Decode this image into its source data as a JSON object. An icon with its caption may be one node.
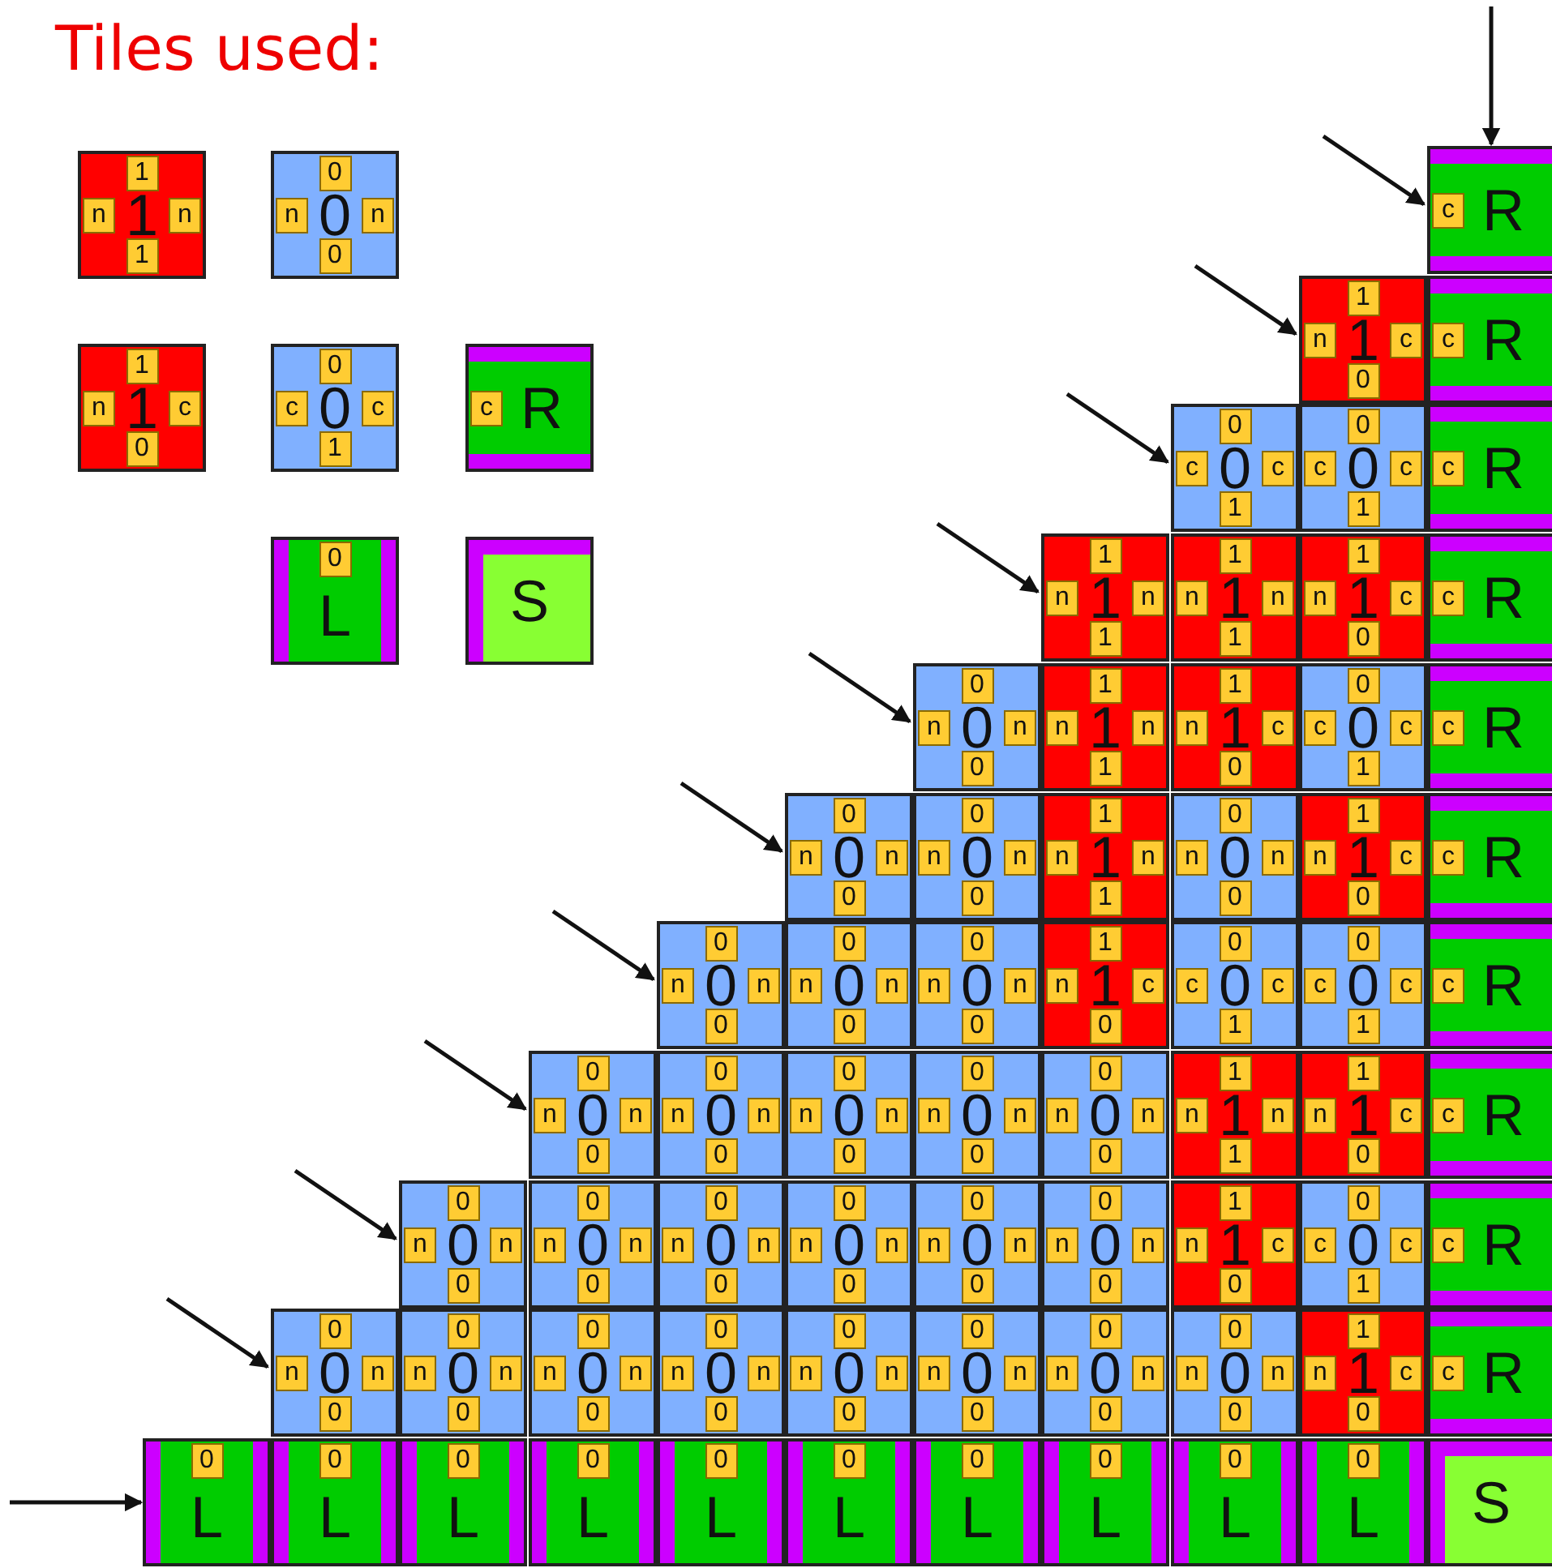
{
  "diagram": {
    "title": "Tiles used:",
    "nodes": [
      {
        "text": [
          "1",
          "n",
          "1",
          "n",
          "1"
        ]
      },
      {
        "text": [
          "0",
          "n",
          "0",
          "n",
          "0"
        ]
      },
      {
        "text": [
          "1",
          "n",
          "1",
          "c",
          "0"
        ]
      },
      {
        "text": [
          "0",
          "c",
          "0",
          "c",
          "1"
        ]
      },
      {
        "text": [
          "c",
          "R"
        ]
      },
      {
        "text": [
          "0",
          "L"
        ]
      },
      {
        "text": [
          "S"
        ]
      },
      {
        "text": [
          "c",
          "R"
        ]
      },
      {
        "text": [
          "1",
          "n",
          "1",
          "c",
          "0"
        ]
      },
      {
        "text": [
          "c",
          "R"
        ]
      },
      {
        "text": [
          "0",
          "c",
          "0",
          "c",
          "1"
        ]
      },
      {
        "text": [
          "0",
          "c",
          "0",
          "c",
          "1"
        ]
      },
      {
        "text": [
          "c",
          "R"
        ]
      },
      {
        "text": [
          "1",
          "n",
          "1",
          "n",
          "1"
        ]
      },
      {
        "text": [
          "1",
          "n",
          "1",
          "n",
          "1"
        ]
      },
      {
        "text": [
          "1",
          "n",
          "1",
          "c",
          "0"
        ]
      },
      {
        "text": [
          "c",
          "R"
        ]
      },
      {
        "text": [
          "0",
          "n",
          "0",
          "n",
          "0"
        ]
      },
      {
        "text": [
          "1",
          "n",
          "1",
          "n",
          "1"
        ]
      },
      {
        "text": [
          "1",
          "n",
          "1",
          "c",
          "0"
        ]
      },
      {
        "text": [
          "0",
          "c",
          "0",
          "c",
          "1"
        ]
      },
      {
        "text": [
          "c",
          "R"
        ]
      },
      {
        "text": [
          "0",
          "n",
          "0",
          "n",
          "0"
        ]
      },
      {
        "text": [
          "0",
          "n",
          "0",
          "n",
          "0"
        ]
      },
      {
        "text": [
          "1",
          "n",
          "1",
          "n",
          "1"
        ]
      },
      {
        "text": [
          "0",
          "n",
          "0",
          "n",
          "0"
        ]
      },
      {
        "text": [
          "1",
          "n",
          "1",
          "c",
          "0"
        ]
      },
      {
        "text": [
          "c",
          "R"
        ]
      },
      {
        "text": [
          "0",
          "n",
          "0",
          "n",
          "0"
        ]
      },
      {
        "text": [
          "0",
          "n",
          "0",
          "n",
          "0"
        ]
      },
      {
        "text": [
          "0",
          "n",
          "0",
          "n",
          "0"
        ]
      },
      {
        "text": [
          "1",
          "n",
          "1",
          "c",
          "0"
        ]
      },
      {
        "text": [
          "0",
          "c",
          "0",
          "c",
          "1"
        ]
      },
      {
        "text": [
          "0",
          "c",
          "0",
          "c",
          "1"
        ]
      },
      {
        "text": [
          "c",
          "R"
        ]
      },
      {
        "text": [
          "0",
          "n",
          "0",
          "n",
          "0"
        ]
      },
      {
        "text": [
          "0",
          "n",
          "0",
          "n",
          "0"
        ]
      },
      {
        "text": [
          "0",
          "n",
          "0",
          "n",
          "0"
        ]
      },
      {
        "text": [
          "0",
          "n",
          "0",
          "n",
          "0"
        ]
      },
      {
        "text": [
          "0",
          "n",
          "0",
          "n",
          "0"
        ]
      },
      {
        "text": [
          "1",
          "n",
          "1",
          "n",
          "1"
        ]
      },
      {
        "text": [
          "1",
          "n",
          "1",
          "c",
          "0"
        ]
      },
      {
        "text": [
          "c",
          "R"
        ]
      },
      {
        "text": [
          "0",
          "n",
          "0",
          "n",
          "0"
        ]
      },
      {
        "text": [
          "0",
          "n",
          "0",
          "n",
          "0"
        ]
      },
      {
        "text": [
          "0",
          "n",
          "0",
          "n",
          "0"
        ]
      },
      {
        "text": [
          "0",
          "n",
          "0",
          "n",
          "0"
        ]
      },
      {
        "text": [
          "0",
          "n",
          "0",
          "n",
          "0"
        ]
      },
      {
        "text": [
          "0",
          "n",
          "0",
          "n",
          "0"
        ]
      },
      {
        "text": [
          "1",
          "n",
          "1",
          "c",
          "0"
        ]
      },
      {
        "text": [
          "0",
          "c",
          "0",
          "c",
          "1"
        ]
      },
      {
        "text": [
          "c",
          "R"
        ]
      },
      {
        "text": [
          "0",
          "n",
          "0",
          "n",
          "0"
        ]
      },
      {
        "text": [
          "0",
          "n",
          "0",
          "n",
          "0"
        ]
      },
      {
        "text": [
          "0",
          "n",
          "0",
          "n",
          "0"
        ]
      },
      {
        "text": [
          "0",
          "n",
          "0",
          "n",
          "0"
        ]
      },
      {
        "text": [
          "0",
          "n",
          "0",
          "n",
          "0"
        ]
      },
      {
        "text": [
          "0",
          "n",
          "0",
          "n",
          "0"
        ]
      },
      {
        "text": [
          "0",
          "n",
          "0",
          "n",
          "0"
        ]
      },
      {
        "text": [
          "0",
          "n",
          "0",
          "n",
          "0"
        ]
      },
      {
        "text": [
          "1",
          "n",
          "1",
          "c",
          "0"
        ]
      },
      {
        "text": [
          "c",
          "R"
        ]
      },
      {
        "text": [
          "0",
          "L"
        ]
      },
      {
        "text": [
          "0",
          "L"
        ]
      },
      {
        "text": [
          "0",
          "L"
        ]
      },
      {
        "text": [
          "0",
          "L"
        ]
      },
      {
        "text": [
          "0",
          "L"
        ]
      },
      {
        "text": [
          "0",
          "L"
        ]
      },
      {
        "text": [
          "0",
          "L"
        ]
      },
      {
        "text": [
          "0",
          "L"
        ]
      },
      {
        "text": [
          "0",
          "L"
        ]
      },
      {
        "text": [
          "0",
          "L"
        ]
      },
      {
        "text": [
          "S"
        ]
      }
    ],
    "edges": [
      {
        "from": null,
        "to": 7,
        "arrow": "to"
      },
      {
        "from": null,
        "to": 7,
        "arrow": "to"
      },
      {
        "from": null,
        "to": 8,
        "arrow": "to"
      },
      {
        "from": null,
        "to": 10,
        "arrow": "to"
      },
      {
        "from": null,
        "to": 13,
        "arrow": "to"
      },
      {
        "from": null,
        "to": 17,
        "arrow": "to"
      },
      {
        "from": null,
        "to": 22,
        "arrow": "to"
      },
      {
        "from": null,
        "to": 28,
        "arrow": "to"
      },
      {
        "from": null,
        "to": 35,
        "arrow": "to"
      },
      {
        "from": null,
        "to": 43,
        "arrow": "to"
      },
      {
        "from": null,
        "to": 52,
        "arrow": "to"
      },
      {
        "from": null,
        "to": 62,
        "arrow": "to"
      }
    ]
  }
}
